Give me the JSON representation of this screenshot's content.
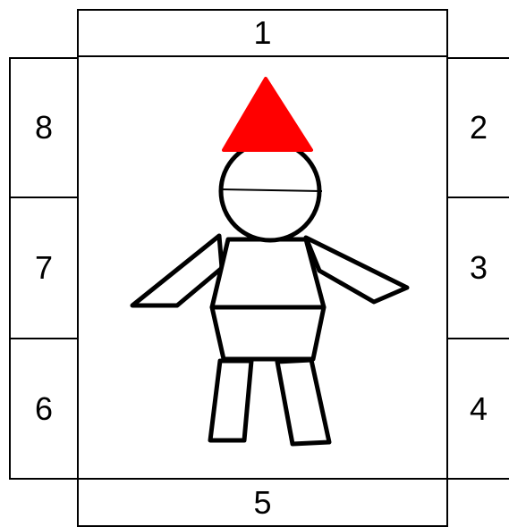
{
  "regions": {
    "top": "1",
    "right_upper": "2",
    "right_middle": "3",
    "right_lower": "4",
    "bottom": "5",
    "left_lower": "6",
    "left_middle": "7",
    "left_upper": "8"
  },
  "colors": {
    "hat": "#ff0000",
    "outline": "#000000",
    "background": "#ffffff"
  },
  "figure": {
    "parts": [
      "hat",
      "head",
      "head-line",
      "torso",
      "hips",
      "left-arm",
      "right-arm",
      "left-leg",
      "right-leg"
    ]
  }
}
